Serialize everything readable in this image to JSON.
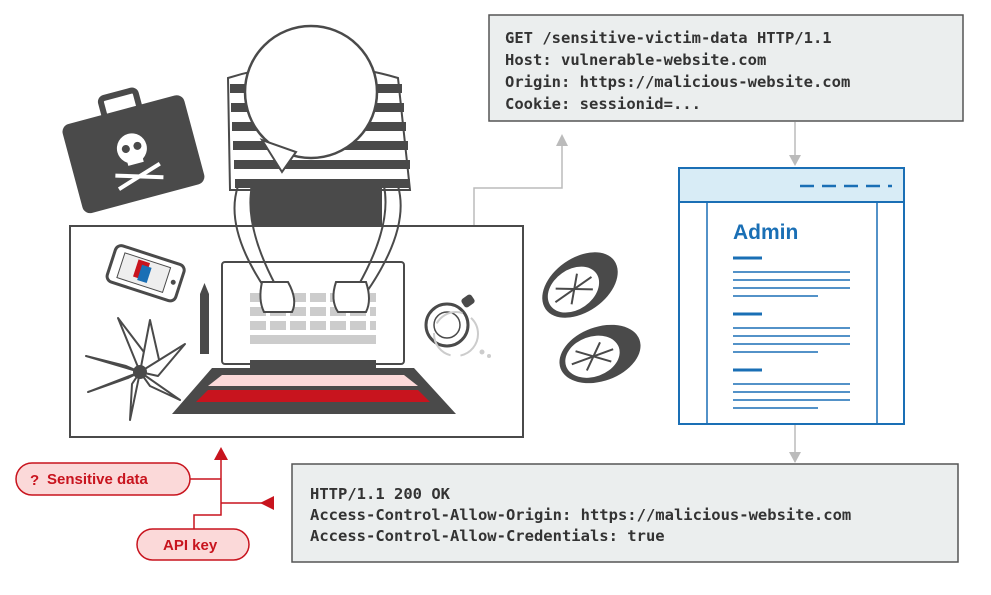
{
  "request_box": {
    "lines": [
      "GET /sensitive-victim-data HTTP/1.1",
      "Host: vulnerable-website.com",
      "Origin: https://malicious-website.com",
      "Cookie: sessionid=..."
    ]
  },
  "response_box": {
    "lines": [
      "HTTP/1.1 200 OK",
      "Access-Control-Allow-Origin: https://malicious-website.com",
      "Access-Control-Allow-Credentials: true"
    ]
  },
  "admin_page": {
    "title": "Admin"
  },
  "tags": {
    "sensitive_mark": "?",
    "sensitive_label": "Sensitive data",
    "api_key_label": "API key"
  },
  "colors": {
    "accent_red": "#c8141e",
    "tag_fill": "#fbd9d9",
    "admin_blue": "#1a6fb5",
    "box_fill": "#ebeeee",
    "dark_gray": "#4a4a4a"
  }
}
